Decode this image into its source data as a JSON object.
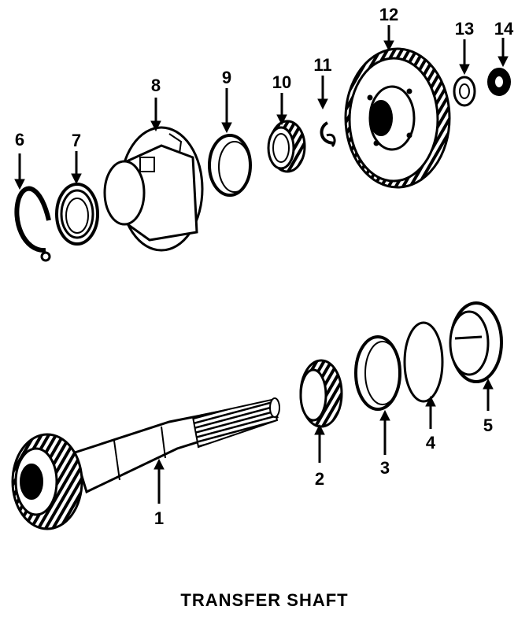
{
  "diagram": {
    "title": "TRANSFER SHAFT",
    "callouts": [
      "1",
      "2",
      "3",
      "4",
      "5",
      "6",
      "7",
      "8",
      "9",
      "10",
      "11",
      "12",
      "13",
      "14"
    ]
  }
}
